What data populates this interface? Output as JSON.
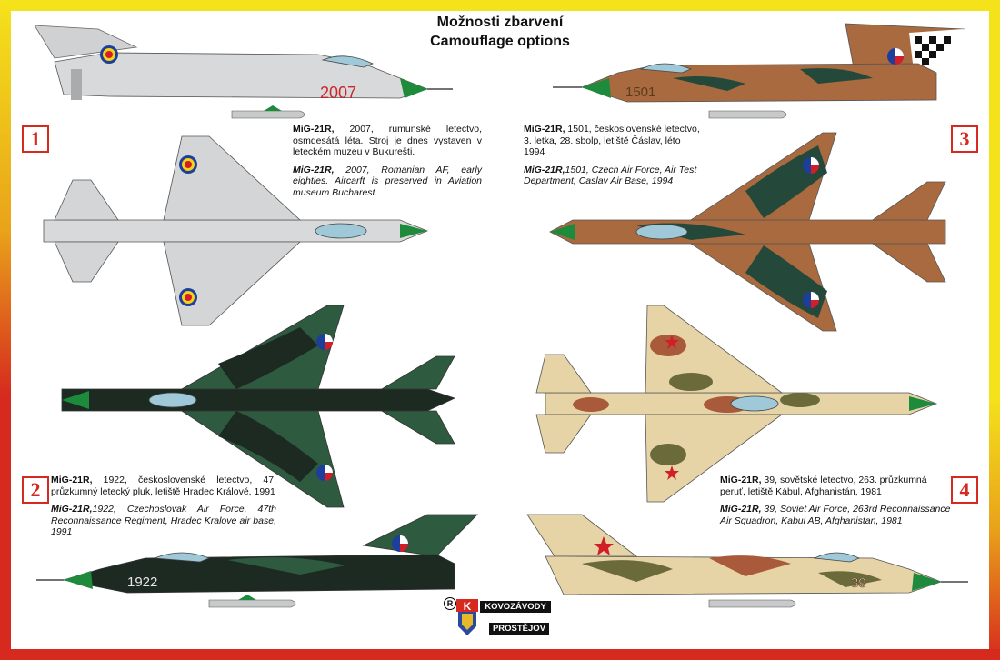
{
  "heading": {
    "title_cz": "Možnosti zbarvení",
    "title_en": "Camouflage options"
  },
  "colors": {
    "frame_red": "#d62a1e",
    "frame_yellow": "#f4e31b",
    "silver": "#d3d5d6",
    "green_nose": "#1e8a3c",
    "brown": "#a86a3e",
    "dark_green": "#24483a",
    "black_green": "#1c2a22",
    "sand": "#e6d3a6"
  },
  "options": [
    {
      "number": "1",
      "aircraft_number": "2007",
      "caption_cz_name": "MiG-21R,",
      "caption_cz": " 2007, rumunské letectvo, osmdesátá léta. Stroj je dnes vystaven v leteckém muzeu v Bukurešti.",
      "caption_en_name": "MiG-21R,",
      "caption_en": " 2007, Romanian AF, early eighties. Aircarft is preserved in Aviation museum Bucharest."
    },
    {
      "number": "2",
      "aircraft_number": "1922",
      "caption_cz_name": "MiG-21R,",
      "caption_cz": " 1922, československé letectvo, 47. průzkumný letecký pluk, letiště Hradec Králové, 1991",
      "caption_en_name": "MiG-21R,",
      "caption_en": "1922, Czechoslovak Air Force, 47th Reconnaissance Regiment, Hradec Kralove air base, 1991"
    },
    {
      "number": "3",
      "aircraft_number": "1501",
      "caption_cz_name": "MiG-21R,",
      "caption_cz": " 1501, československé letectvo, 3. letka, 28. sbolp, letiště Čáslav, léto 1994",
      "caption_en_name": "MiG-21R,",
      "caption_en": "1501, Czech Air Force, Air Test Department, Caslav Air Base, 1994"
    },
    {
      "number": "4",
      "aircraft_number": "39",
      "caption_cz_name": "MiG-21R,",
      "caption_cz": " 39, sovětské letectvo, 263. průzkumná peruť, letiště Kábul, Afghanistán, 1981",
      "caption_en_name": "MiG-21R,",
      "caption_en": " 39, Soviet Air Force, 263rd Reconnaissance Air Squadron, Kabul AB, Afghanistan, 1981"
    }
  ],
  "logo": {
    "registered": "R",
    "letter": "K",
    "line1": "KOVOZÁVODY",
    "line2": "PROSTĚJOV"
  },
  "icons": [
    "romanian-roundel-icon",
    "czechoslovak-roundel-icon",
    "soviet-star-icon",
    "checkerboard-tail-icon"
  ]
}
